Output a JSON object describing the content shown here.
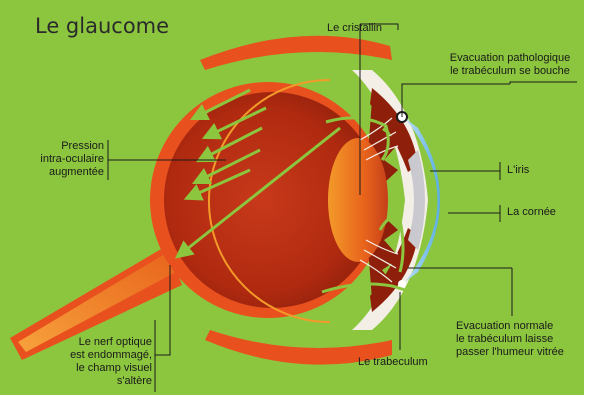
{
  "title": "Le glaucome",
  "labels": {
    "cristallin": "Le cristallin",
    "evac_patho_1": "Evacuation pathologique",
    "evac_patho_2": "le trabéculum se bouche",
    "pression_1": "Pression",
    "pression_2": "intra-oculaire",
    "pression_3": "augmentée",
    "iris": "L'iris",
    "cornee": "La cornée",
    "nerf_1": "Le nerf optique",
    "nerf_2": "est endommagé,",
    "nerf_3": "le champ visuel",
    "nerf_4": "s'altère",
    "trabeculum": "Le trabeculum",
    "evac_norm_1": "Evacuation normale",
    "evac_norm_2": "le trabéculum laisse",
    "evac_norm_3": "passer l'humeur vitrée"
  },
  "colors": {
    "background": "#8cc63f",
    "sclera": "#e8501e",
    "eye_interior": "#b22c12",
    "lens": "#f08a1e",
    "cornea": "#6bb8e6",
    "arrows": "#8cc63f",
    "leader_lines": "#1a1a1a"
  },
  "icons": [
    "pressure-arrow-icon",
    "flow-arrow-icon"
  ]
}
